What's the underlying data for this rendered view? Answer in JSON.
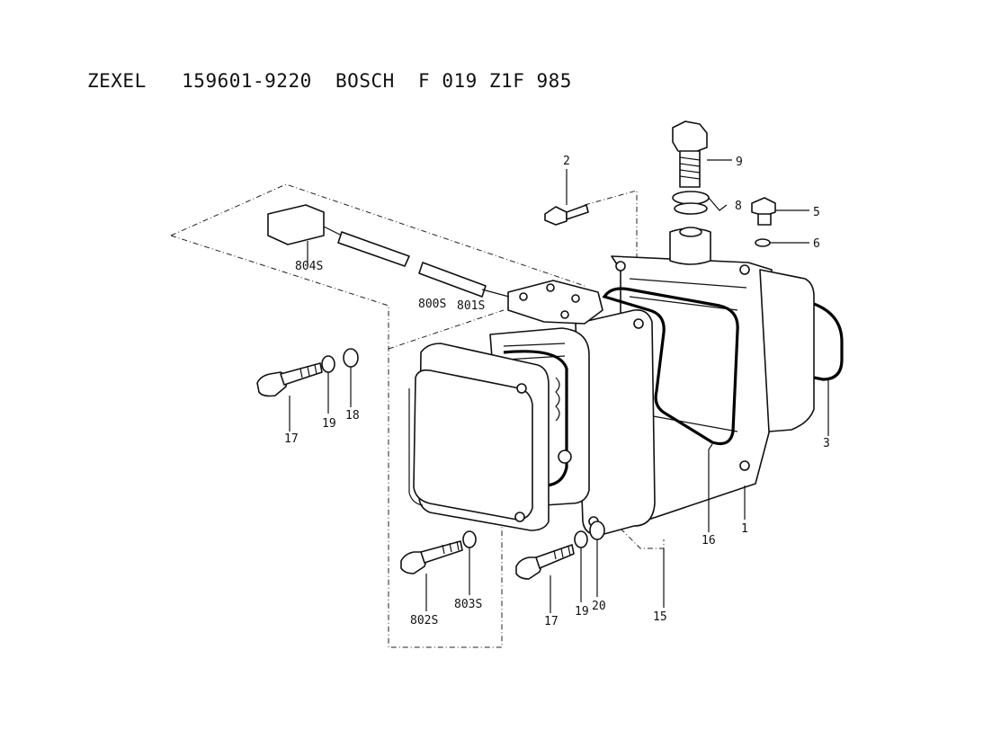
{
  "title": {
    "brand": "ZEXEL",
    "part_number": "159601-9220",
    "maker": "BOSCH",
    "maker_number": "F 019 Z1F 985"
  },
  "callouts": {
    "c1": "1",
    "c2": "2",
    "c3": "3",
    "c5": "5",
    "c6": "6",
    "c8": "8",
    "c9": "9",
    "c15": "15",
    "c16": "16",
    "c17a": "17",
    "c17b": "17",
    "c18": "18",
    "c19a": "19",
    "c19b": "19",
    "c20": "20",
    "c800": "800S",
    "c801": "801S",
    "c802": "802S",
    "c803": "803S",
    "c804": "804S"
  }
}
